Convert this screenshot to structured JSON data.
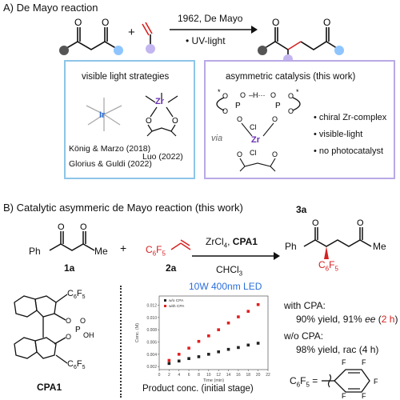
{
  "sectionA": {
    "title": "A) De Mayo reaction",
    "arrow_top": "1962, De Mayo",
    "arrow_bottom": "• UV-light"
  },
  "visible_box": {
    "title": "visible light strategies",
    "ir_label": "Ir",
    "zr_label": "Zr",
    "ref1": "König & Marzo (2018)",
    "ref2": "Glorius & Guldi (2022)",
    "ref3": "Luo (2022)"
  },
  "asym_box": {
    "title": "asymmetric catalysis (this work)",
    "via": "via",
    "zr": "Zr",
    "cl": "Cl",
    "hbond": "O—H···O",
    "bullets": [
      "chiral Zr-complex",
      "visible-light",
      "no photocatalyst"
    ]
  },
  "sectionB": {
    "title": "B) Catalytic asymmeric de Mayo reaction (this work)",
    "reagents_line1_a": "ZrCl",
    "reagents_line1_sub": "4",
    "reagents_line1_b": ", ",
    "reagents_line1_cpa": "CPA1",
    "reagents_line2": "CHCl",
    "reagents_line2_sub": "3",
    "light": "10W 400nm LED",
    "label_1a": "1a",
    "label_2a": "2a",
    "label_3a": "3a",
    "label_cpa1": "CPA1",
    "ph": "Ph",
    "me": "Me",
    "c6f5": "C",
    "c6f5_sub1": "6",
    "f": "F",
    "c6f5_sub2": "5",
    "with_cpa": "with CPA:",
    "with_cpa_result_a": "90% yield, 91% ",
    "with_cpa_ee": "ee",
    "with_cpa_result_b": " (",
    "with_cpa_time": "2 h",
    "with_cpa_result_c": ")",
    "without_cpa": "w/o CPA:",
    "without_cpa_result": "98% yield, rac (4 h)",
    "chart_caption": "Product conc. (initial stage)"
  },
  "chart_data": {
    "type": "scatter",
    "title": "",
    "xlabel": "Time (min)",
    "ylabel": "Conc. (M)",
    "xlim": [
      0,
      22
    ],
    "ylim": [
      0.0015,
      0.0135
    ],
    "x_ticks": [
      "0",
      "2",
      "4",
      "6",
      "8",
      "10",
      "12",
      "14",
      "16",
      "18",
      "20",
      "22"
    ],
    "y_ticks": [
      "0.002",
      "0.004",
      "0.006",
      "0.008",
      "0.010",
      "0.012"
    ],
    "legend": "top-left",
    "series": [
      {
        "name": "w/o CPA",
        "color": "#222222",
        "x": [
          2,
          4,
          6,
          8,
          10,
          12,
          14,
          16,
          18,
          20
        ],
        "y": [
          0.0025,
          0.0029,
          0.0033,
          0.0036,
          0.004,
          0.0044,
          0.0048,
          0.0051,
          0.0055,
          0.0058
        ]
      },
      {
        "name": "with CPA",
        "color": "#e02020",
        "x": [
          2,
          4,
          6,
          8,
          10,
          12,
          14,
          16,
          18,
          20
        ],
        "y": [
          0.003,
          0.004,
          0.005,
          0.0061,
          0.007,
          0.008,
          0.0091,
          0.0101,
          0.011,
          0.0121
        ]
      }
    ]
  }
}
